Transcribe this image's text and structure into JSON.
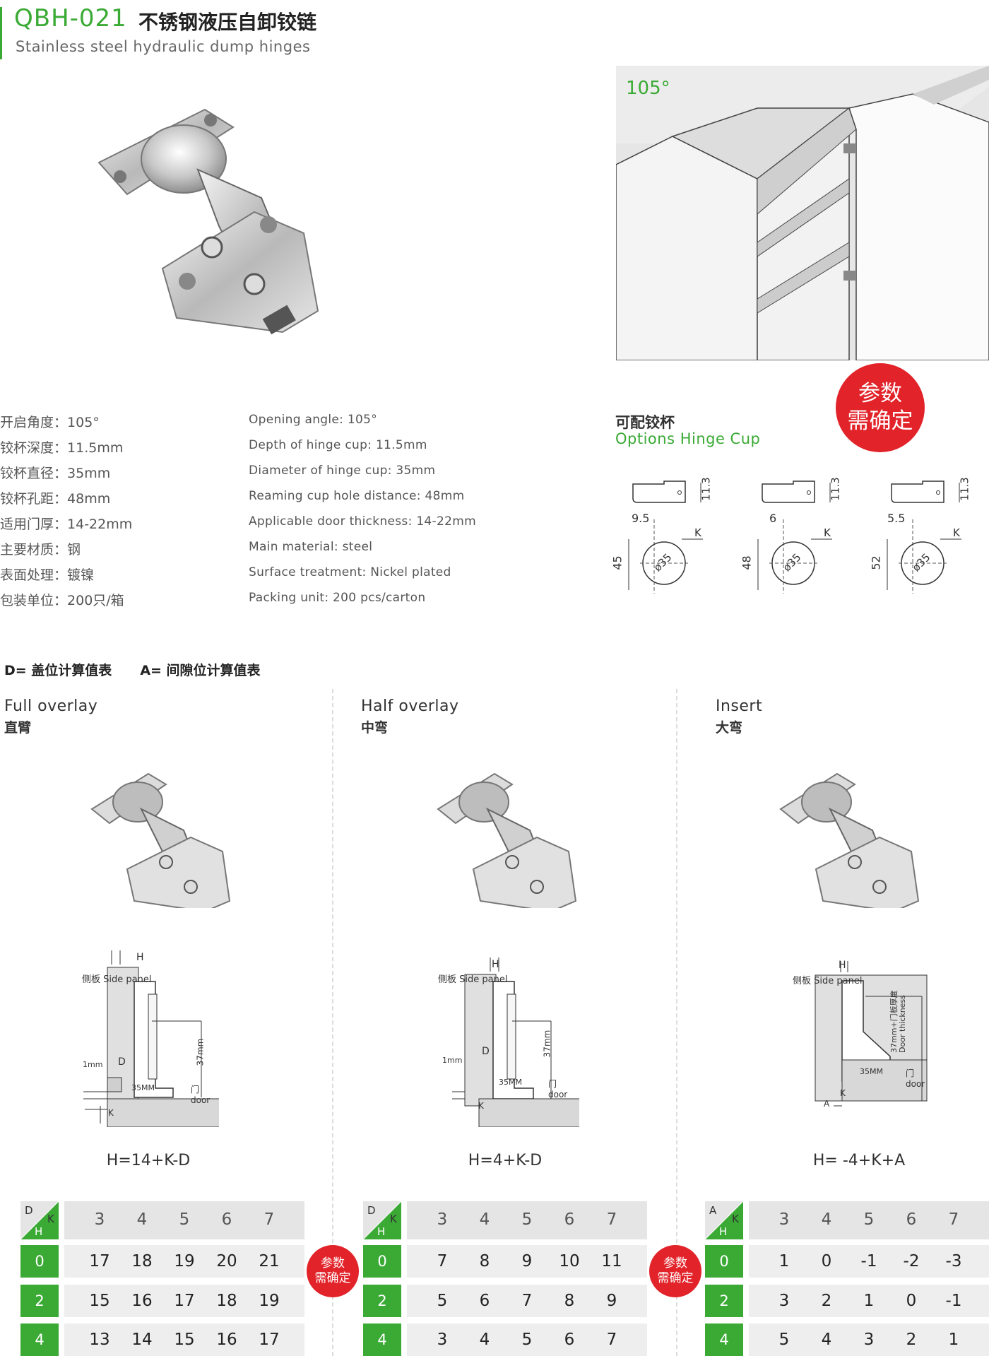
{
  "header": {
    "code": "QBH-021",
    "title_cn": "不锈钢液压自卸铰链",
    "title_en": "Stainless steel hydraulic dump hinges"
  },
  "hero": {
    "angle": "105°"
  },
  "specs_cn": [
    {
      "label": "开启角度：",
      "value": "105°"
    },
    {
      "label": "铰杯深度：",
      "value": "11.5mm"
    },
    {
      "label": "铰杯直径：",
      "value": "35mm"
    },
    {
      "label": "铰杯孔距：",
      "value": "48mm"
    },
    {
      "label": "适用门厚：",
      "value": "14-22mm"
    },
    {
      "label": "主要材质：",
      "value": "钢"
    },
    {
      "label": "表面处理：",
      "value": "镀镍"
    },
    {
      "label": "包装单位：",
      "value": "200只/箱"
    }
  ],
  "specs_en": [
    "Opening angle: 105°",
    "Depth of hinge cup: 11.5mm",
    "Diameter of hinge cup: 35mm",
    "Reaming cup hole distance: 48mm",
    "Applicable door thickness: 14-22mm",
    "Main material: steel",
    "Surface treatment: Nickel plated",
    "Packing unit: 200 pcs/carton"
  ],
  "cup_options": {
    "title_cn": "可配铰杯",
    "title_en": "Options Hinge Cup",
    "badge": [
      "参数",
      "需确定"
    ],
    "cups": [
      {
        "offset": "9.5",
        "distance": "45",
        "depth": "11.3",
        "diameter": "ø35",
        "k": "K"
      },
      {
        "offset": "6",
        "distance": "48",
        "depth": "11.3",
        "diameter": "ø35",
        "k": "K"
      },
      {
        "offset": "5.5",
        "distance": "52",
        "depth": "11.3",
        "diameter": "ø35",
        "k": "K"
      }
    ]
  },
  "section": {
    "d_label": "D= 盖位计算值表",
    "a_label": "A= 间隙位计算值表"
  },
  "diagram_labels": {
    "side_panel_cn": "侧板",
    "side_panel_en": "Side panel",
    "door_cn": "门",
    "door_en": "door",
    "cup_dist": "35MM",
    "h": "H",
    "k": "K",
    "d": "D",
    "a": "A",
    "gap": "1mm",
    "depth": "37mm",
    "insert_depth": "37mm+门板厚度",
    "door_thickness": "Door thickness"
  },
  "columns": [
    {
      "title_en": "Full overlay",
      "title_cn": "直臂",
      "formula": "H=14+K-D",
      "corner": {
        "top": "D",
        "right": "K",
        "bottom": "H"
      },
      "k_values": [
        "3",
        "4",
        "5",
        "6",
        "7"
      ],
      "rows": [
        {
          "h": "0",
          "values": [
            "17",
            "18",
            "19",
            "20",
            "21"
          ]
        },
        {
          "h": "2",
          "values": [
            "15",
            "16",
            "17",
            "18",
            "19"
          ]
        },
        {
          "h": "4",
          "values": [
            "13",
            "14",
            "15",
            "16",
            "17"
          ]
        }
      ]
    },
    {
      "title_en": "Half overlay",
      "title_cn": "中弯",
      "formula": "H=4+K-D",
      "corner": {
        "top": "D",
        "right": "K",
        "bottom": "H"
      },
      "k_values": [
        "3",
        "4",
        "5",
        "6",
        "7"
      ],
      "rows": [
        {
          "h": "0",
          "values": [
            "7",
            "8",
            "9",
            "10",
            "11"
          ]
        },
        {
          "h": "2",
          "values": [
            "5",
            "6",
            "7",
            "8",
            "9"
          ]
        },
        {
          "h": "4",
          "values": [
            "3",
            "4",
            "5",
            "6",
            "7"
          ]
        }
      ]
    },
    {
      "title_en": "Insert",
      "title_cn": "大弯",
      "formula": "H= -4+K+A",
      "corner": {
        "top": "A",
        "right": "K",
        "bottom": "H"
      },
      "k_values": [
        "3",
        "4",
        "5",
        "6",
        "7"
      ],
      "rows": [
        {
          "h": "0",
          "values": [
            "1",
            "0",
            "-1",
            "-2",
            "-3"
          ]
        },
        {
          "h": "2",
          "values": [
            "3",
            "2",
            "1",
            "0",
            "-1"
          ]
        },
        {
          "h": "4",
          "values": [
            "5",
            "4",
            "3",
            "2",
            "1"
          ]
        }
      ]
    }
  ],
  "table_badge": [
    "参数",
    "需确定"
  ],
  "colors": {
    "accent": "#3aaa35",
    "badge": "#e2232a"
  }
}
